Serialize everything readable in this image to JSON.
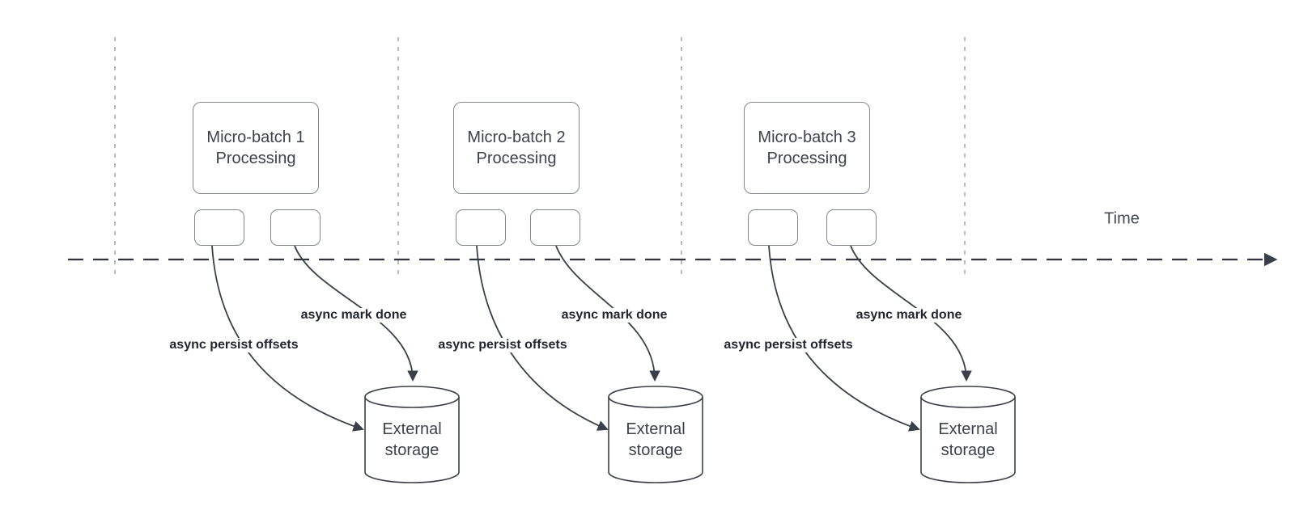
{
  "timeline": {
    "label": "Time"
  },
  "batches": [
    {
      "name": "Micro-batch 1 Processing",
      "persist_label": "async persist offsets",
      "mark_label": "async mark done",
      "storage_label": "External storage"
    },
    {
      "name": "Micro-batch 2 Processing",
      "persist_label": "async persist offsets",
      "mark_label": "async mark done",
      "storage_label": "External storage"
    },
    {
      "name": "Micro-batch 3 Processing",
      "persist_label": "async persist offsets",
      "mark_label": "async mark done",
      "storage_label": "External storage"
    }
  ],
  "colors": {
    "line": "#3a4049",
    "box_border": "#82878f",
    "guide_line": "#a9acb2",
    "box_text": "#3d424b",
    "label_text": "#1f242e"
  }
}
